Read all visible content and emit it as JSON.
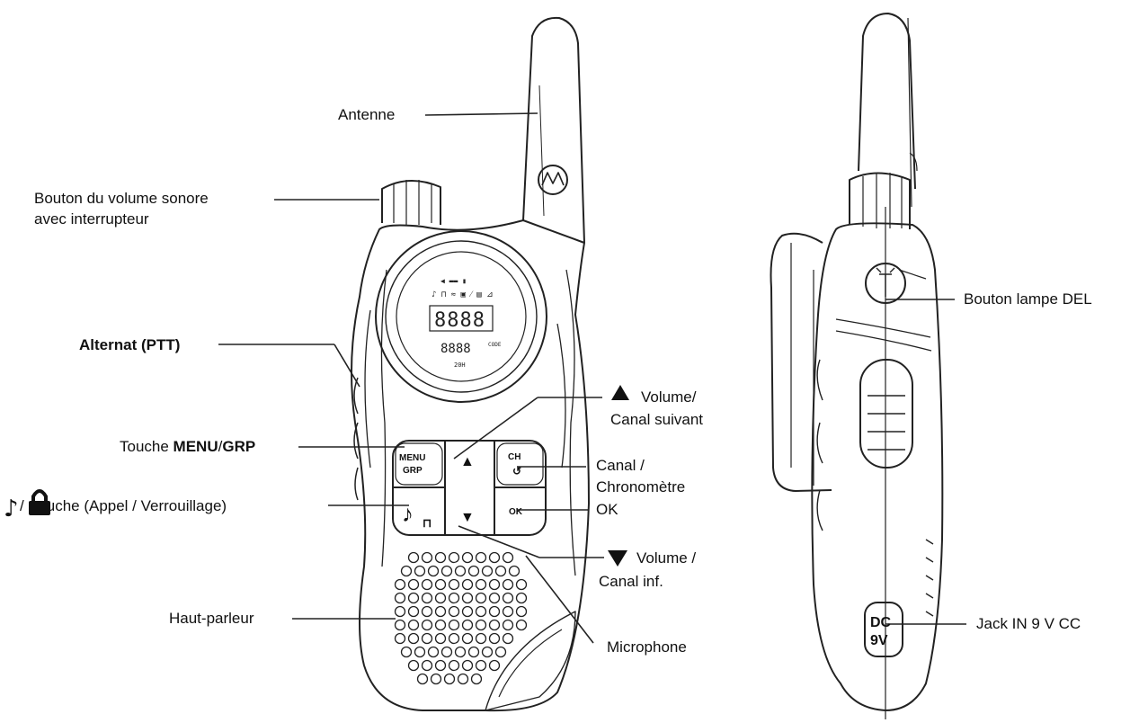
{
  "labels": {
    "antenna": "Antenne",
    "volume_knob_line1": "Bouton du volume sonore",
    "volume_knob_line2": "avec interrupteur",
    "ptt": "Alternat (PTT)",
    "menu_prefix": "Touche ",
    "menu_key": "MENU",
    "menu_sep": "/",
    "menu_grp": "GRP",
    "call_lock_sep": "/",
    "call_lock_text": "uche (Appel / Verrouillage)",
    "speaker": "Haut-parleur",
    "vol_up_line1": "Volume/",
    "vol_up_line2": "Canal suivant",
    "channel_line1": "Canal /",
    "channel_line2": "Chronomètre",
    "ok": "OK",
    "vol_down_line1": "Volume /",
    "vol_down_line2": "Canal inf.",
    "microphone": "Microphone",
    "led_button": "Bouton lampe DEL",
    "dc_jack": "Jack IN 9 V CC"
  },
  "device_front": {
    "menu_key_top": "MENU",
    "menu_key_bottom": "GRP",
    "up_arrow": "▲",
    "down_arrow": "▼",
    "ch_key": "CH",
    "ok_key": "OK",
    "call_key_glyph": "♪",
    "display_digits": "8888",
    "display_sub": "8888",
    "display_code": "CODE",
    "display_bottom": "20H"
  },
  "device_side": {
    "dc_line1": "DC",
    "dc_line2": "9V"
  },
  "icons": {
    "note": "music-note-icon",
    "lock": "lock-icon",
    "triangle_up": "triangle-up-icon",
    "triangle_down": "triangle-down-icon",
    "motorola": "motorola-logo"
  }
}
